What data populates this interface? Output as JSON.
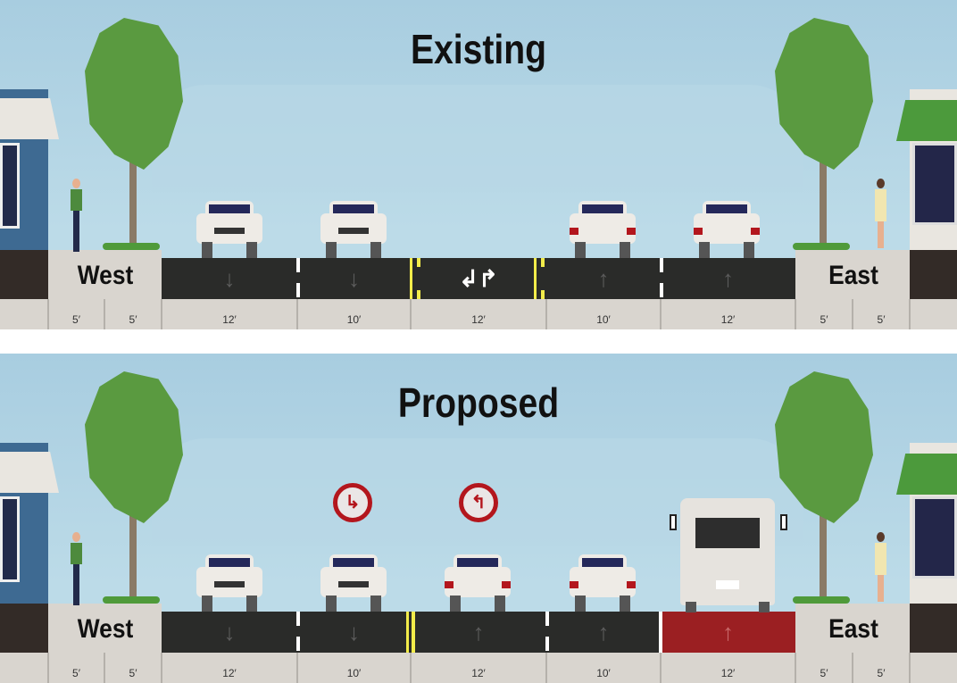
{
  "panels": [
    {
      "title": "Existing",
      "west_label": "West",
      "east_label": "East",
      "widths": [
        "5′",
        "5′",
        "12′",
        "10′",
        "12′",
        "10′",
        "12′",
        "5′",
        "5′"
      ],
      "lanes": [
        {
          "type": "drive",
          "arrow": "down",
          "color": "#2a2b29"
        },
        {
          "type": "drive",
          "arrow": "down",
          "color": "#2a2b29"
        },
        {
          "type": "turn-lane",
          "arrow": "left-right-turn",
          "color": "#2a2b29"
        },
        {
          "type": "drive",
          "arrow": "up",
          "color": "#2a2b29"
        },
        {
          "type": "drive",
          "arrow": "up",
          "color": "#2a2b29"
        }
      ],
      "signs": []
    },
    {
      "title": "Proposed",
      "west_label": "West",
      "east_label": "East",
      "widths": [
        "5′",
        "5′",
        "12′",
        "10′",
        "12′",
        "10′",
        "12′",
        "5′",
        "5′"
      ],
      "lanes": [
        {
          "type": "drive",
          "arrow": "down",
          "color": "#2a2b29"
        },
        {
          "type": "drive",
          "arrow": "down",
          "color": "#2a2b29"
        },
        {
          "type": "drive",
          "arrow": "up",
          "color": "#2a2b29"
        },
        {
          "type": "drive",
          "arrow": "up",
          "color": "#2a2b29"
        },
        {
          "type": "bus-lane",
          "arrow": "up",
          "color": "#9b1f22"
        }
      ],
      "signs": [
        "no-right-turn",
        "no-left-turn"
      ]
    }
  ]
}
